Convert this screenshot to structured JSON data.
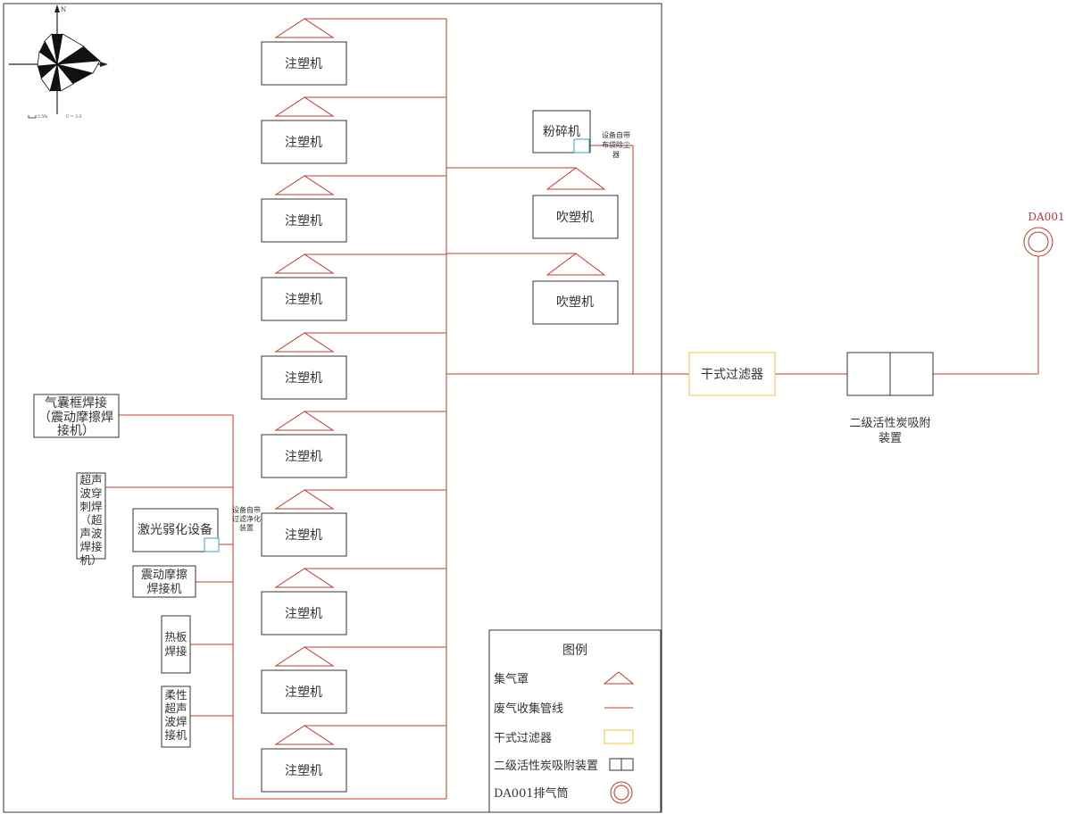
{
  "colors": {
    "pipe": "#c0392b",
    "filter_border": "#f0c040",
    "dust_collector": "#3aa0c8",
    "box_border": "#333333",
    "stack_label": "#b23a3a"
  },
  "compass": {
    "north_label": "N",
    "scale_label": "2.5%",
    "calm_label": "C = 3.3"
  },
  "injection_machine_label": "注塑机",
  "injection_count": 10,
  "crusher": {
    "label": "粉碎机",
    "note": "设备自带布袋除尘器"
  },
  "blow_molding_label": "吹塑机",
  "blow_molding_count": 2,
  "dry_filter_label": "干式过滤器",
  "carbon_adsorber_label": "二级活性炭吸附装置",
  "stack_label": "DA001",
  "welders": {
    "airbag_frame": "气囊框焊接（震动摩擦焊接机）",
    "ultrasonic_pierce": "超声波穿刺焊（超声波焊接机）",
    "laser_weakening": "激光弱化设备",
    "laser_note": "设备自带过滤净化装置",
    "vibration_friction": "震动摩擦焊接机",
    "hot_plate": "热板焊接",
    "flexible_ultrasonic": "柔性超声波焊接机"
  },
  "legend": {
    "title": "图例",
    "items": [
      {
        "label": "集气罩",
        "icon": "hood-icon"
      },
      {
        "label": "废气收集管线",
        "icon": "pipe-line-icon"
      },
      {
        "label": "干式过滤器",
        "icon": "dry-filter-icon"
      },
      {
        "label": "二级活性炭吸附装置",
        "icon": "carbon-adsorber-icon"
      },
      {
        "label": "DA001排气筒",
        "icon": "stack-icon"
      }
    ]
  }
}
